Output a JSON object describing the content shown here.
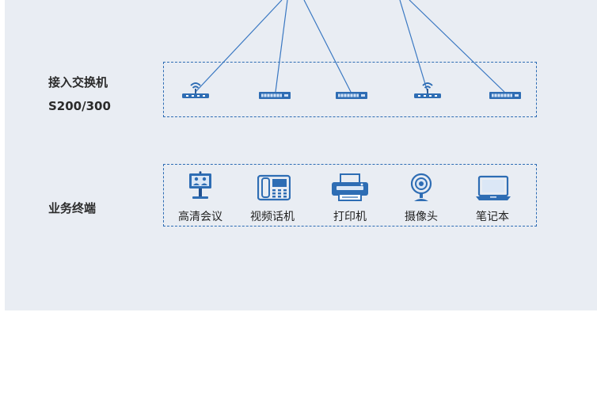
{
  "access_row": {
    "label_line1": "接入交换机",
    "label_line2": "S200/300",
    "devices": [
      {
        "kind": "wireless-ap",
        "icon": "wifi-router-icon"
      },
      {
        "kind": "switch",
        "icon": "switch-icon"
      },
      {
        "kind": "switch",
        "icon": "switch-icon"
      },
      {
        "kind": "wireless-ap",
        "icon": "wifi-router-icon"
      },
      {
        "kind": "switch",
        "icon": "switch-icon"
      }
    ]
  },
  "terminal_row": {
    "label": "业务终端",
    "items": [
      {
        "label": "高清会议",
        "icon": "video-conference-icon"
      },
      {
        "label": "视频话机",
        "icon": "video-phone-icon"
      },
      {
        "label": "打印机",
        "icon": "printer-icon"
      },
      {
        "label": "摄像头",
        "icon": "camera-icon"
      },
      {
        "label": "笔记本",
        "icon": "laptop-icon"
      }
    ]
  },
  "colors": {
    "panel_bg": "#e9edf3",
    "line": "#3a78c2",
    "dash_border": "#2e6db4",
    "device_blue": "#2e6db4",
    "device_dark": "#1f4f8f"
  }
}
